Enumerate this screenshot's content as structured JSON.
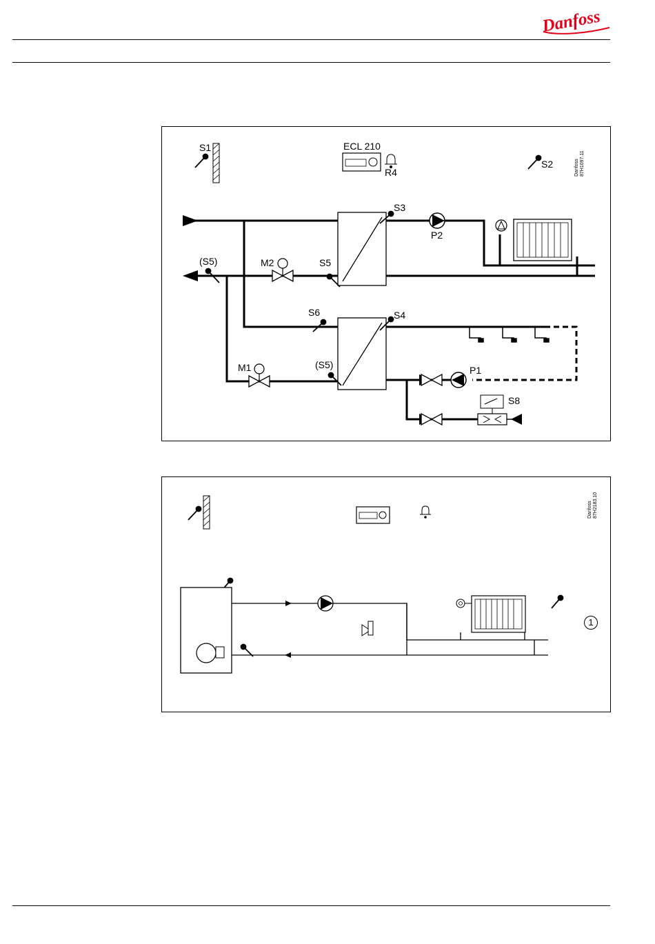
{
  "brand": {
    "logo_text": "Danfoss",
    "color": "#e2001a"
  },
  "diagram1": {
    "labels": {
      "s1": "S1",
      "ecl": "ECL 210",
      "r4": "R4",
      "s2": "S2",
      "s3": "S3",
      "p2": "P2",
      "s5_paren_left": "(S5)",
      "m2": "M2",
      "s5": "S5",
      "s6": "S6",
      "s4": "S4",
      "m1": "M1",
      "s5_paren_mid": "(S5)",
      "p1": "P1",
      "s8": "S8"
    },
    "code_line1": "Danfoss",
    "code_line2": "87H1097.11"
  },
  "diagram2": {
    "code_line1": "Danfoss",
    "code_line2": "87H2183.10",
    "marker": "1"
  }
}
